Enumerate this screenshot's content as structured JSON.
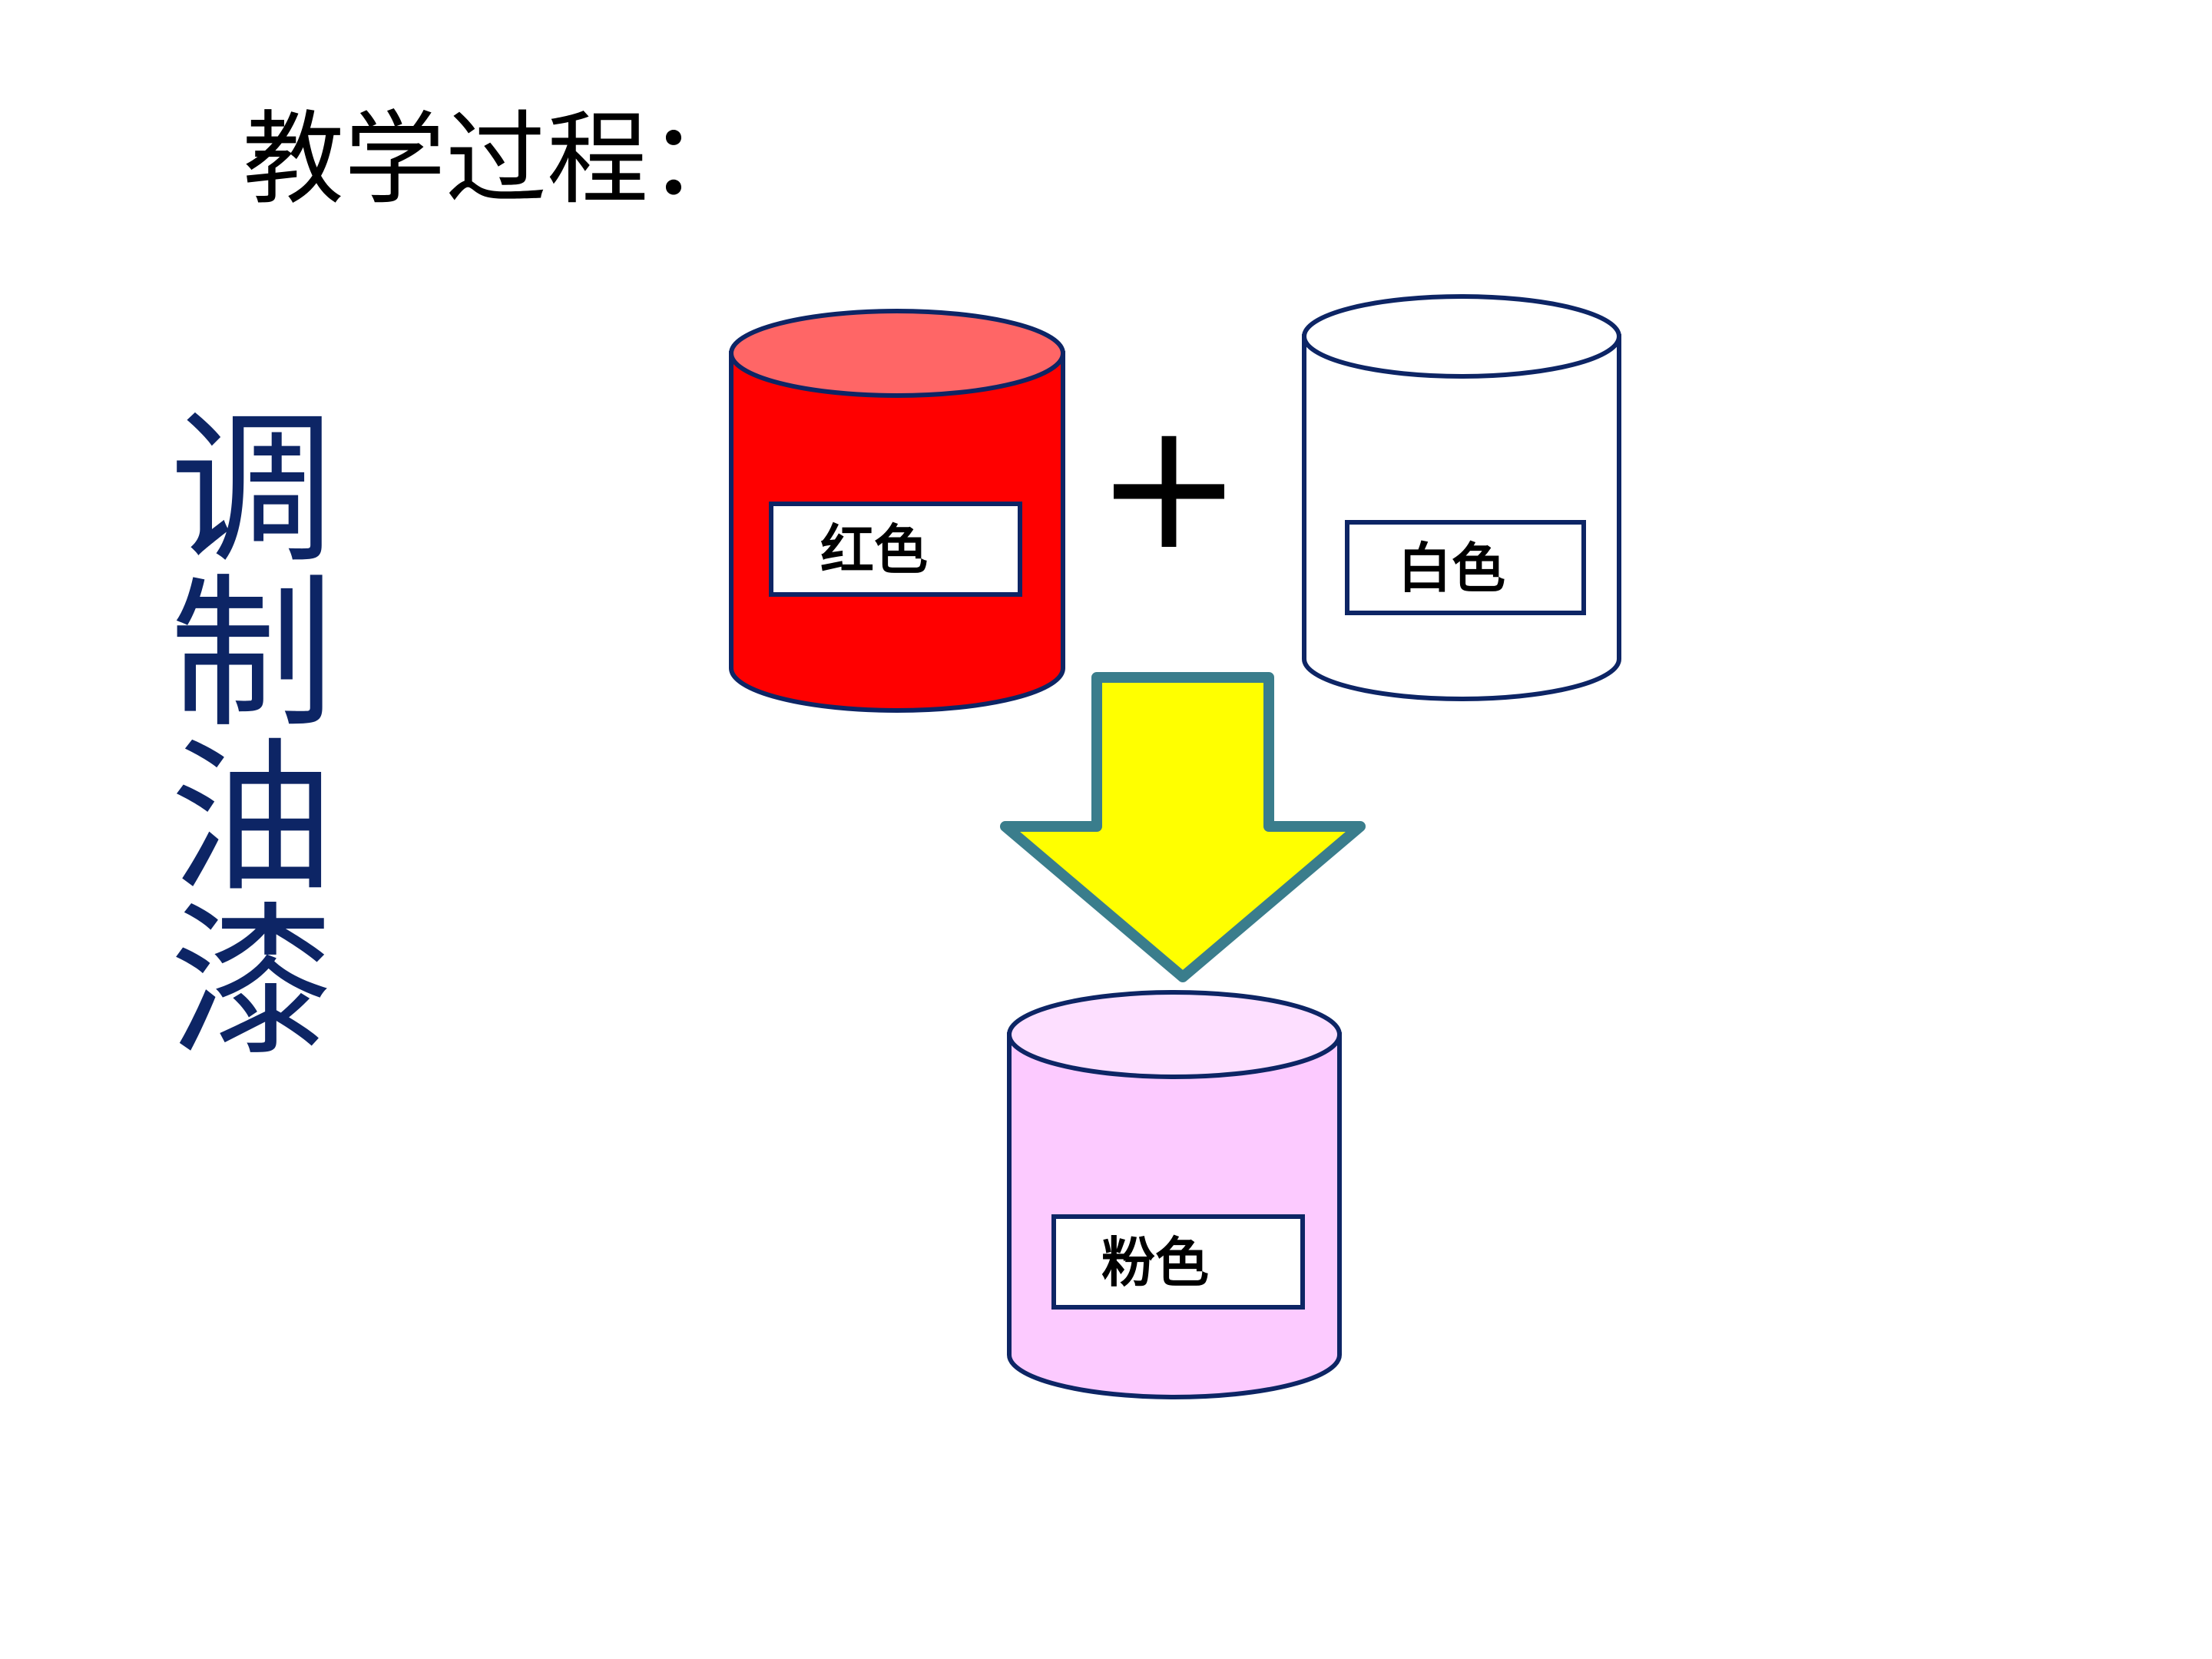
{
  "title": "教学过程：",
  "side_title": [
    "调",
    "制",
    "油",
    "漆"
  ],
  "operator": "+",
  "cans": [
    {
      "id": "red",
      "label": "红色",
      "body_color": "#ff0000",
      "top_color": "#ff6666"
    },
    {
      "id": "white",
      "label": "白色",
      "body_color": "#ffffff",
      "top_color": "#ffffff"
    },
    {
      "id": "pink",
      "label": "粉色",
      "body_color": "#fccaff",
      "top_color": "#fddfff"
    }
  ],
  "arrow": {
    "fill": "#ffff00",
    "stroke": "#3a7d8c"
  },
  "colors": {
    "can_outline": "#0d2565",
    "side_title": "#0d2565",
    "title": "#000000"
  }
}
